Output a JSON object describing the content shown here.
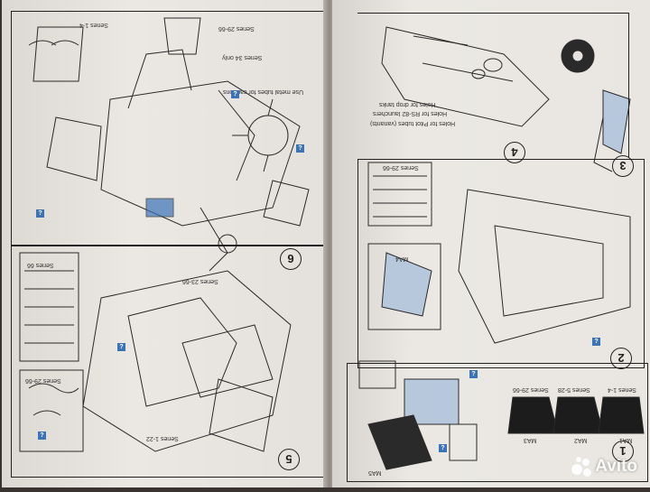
{
  "steps": [
    "6",
    "5",
    "4",
    "3",
    "2",
    "1"
  ],
  "labels": {
    "cannon_note": "Use metal tubes for cannons",
    "series_1_4": "Series 1-4",
    "series_5_28": "Series 5-28",
    "series_29_66": "Series 29-66",
    "series_23_66": "Series 23-66",
    "series_1_22": "Series 1-22",
    "series_66": "Series 66",
    "series_34_only": "Series 34 only",
    "pitot": "Holes for Pitot tubes (variants)",
    "rs82": "Holes for RS-82 launchers",
    "drop_tanks": "Holes for drop tanks",
    "ma1": "MA1",
    "ma2": "MA2",
    "ma3": "MA3",
    "ma4": "MA4",
    "ma5": "MA5"
  },
  "watermark": "Avito"
}
